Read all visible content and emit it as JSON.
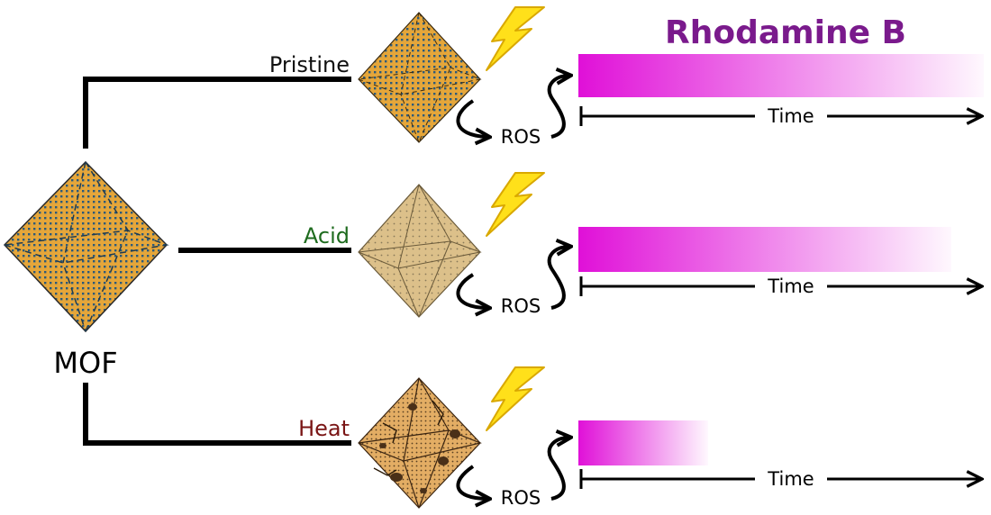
{
  "title": {
    "text": "Rhodamine B",
    "color": "#7a1a8c"
  },
  "source": {
    "label": "MOF",
    "color": "#000000"
  },
  "branches": [
    {
      "label": "Pristine",
      "label_color": "#111111",
      "species": "ROS",
      "axis_label": "Time",
      "dye_remaining_fraction": 1.0,
      "crystal_fill": "#e5a63a",
      "crystal_pattern": "dense-blue-dots"
    },
    {
      "label": "Acid",
      "label_color": "#1e6b1e",
      "species": "ROS",
      "axis_label": "Time",
      "dye_remaining_fraction": 0.92,
      "crystal_fill": "#dcc08a",
      "crystal_pattern": "fine-dots"
    },
    {
      "label": "Heat",
      "label_color": "#7a1515",
      "species": "ROS",
      "axis_label": "Time",
      "dye_remaining_fraction": 0.32,
      "crystal_fill": "#e3ad64",
      "crystal_pattern": "cracked-with-pores"
    }
  ],
  "icons": {
    "light": "lightning-bolt-icon",
    "reaction": "curved-arrow-icon"
  },
  "colors": {
    "dye": "#e010d8",
    "bolt_fill": "#ffe01a",
    "bolt_stroke": "#d9a800",
    "line": "#000000"
  }
}
